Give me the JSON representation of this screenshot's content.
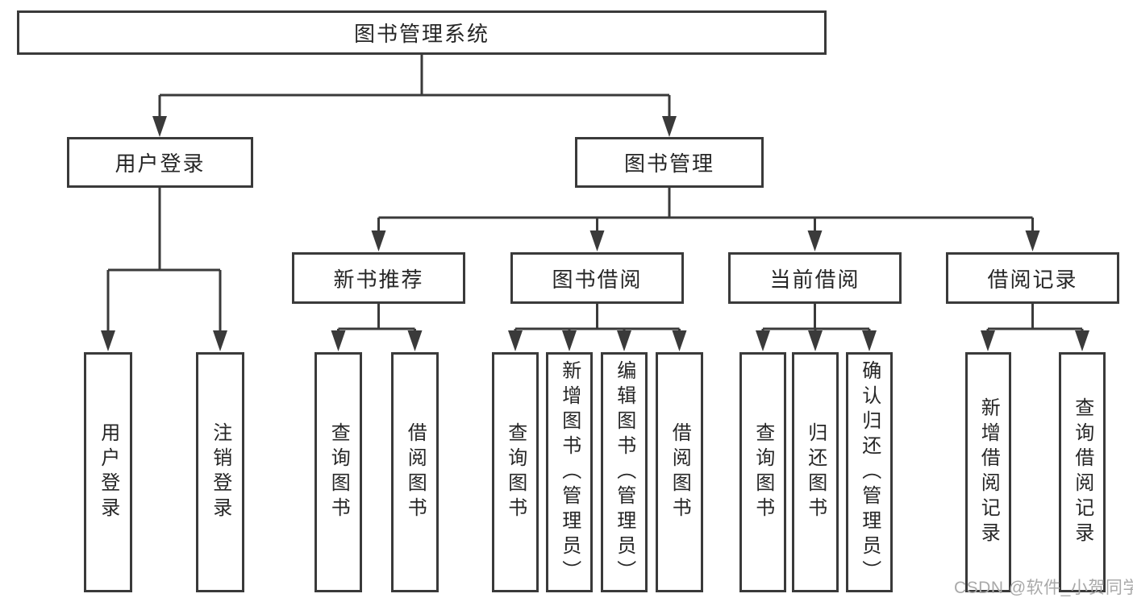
{
  "diagram_title": "图书管理系统",
  "colors": {
    "line": "#3a3a3a",
    "text": "#262626",
    "background": "#ffffff",
    "watermark": "#a9a9a9"
  },
  "watermark": {
    "text": "CSDN @软件_小贺同学"
  },
  "tree": {
    "root": {
      "label": "图书管理系统"
    },
    "level2": [
      {
        "label": "用户登录",
        "leaves": [
          "用户登录",
          "注销登录"
        ]
      },
      {
        "label": "图书管理",
        "groups": [
          {
            "label": "新书推荐",
            "leaves": [
              "查询图书",
              "借阅图书"
            ]
          },
          {
            "label": "图书借阅",
            "leaves": [
              "查询图书",
              "新增图书（管理员）",
              "编辑图书（管理员）",
              "借阅图书"
            ]
          },
          {
            "label": "当前借阅",
            "leaves": [
              "查询图书",
              "归还图书",
              "确认归还（管理员）"
            ]
          },
          {
            "label": "借阅记录",
            "leaves": [
              "新增借阅记录",
              "查询借阅记录"
            ]
          }
        ]
      }
    ]
  }
}
